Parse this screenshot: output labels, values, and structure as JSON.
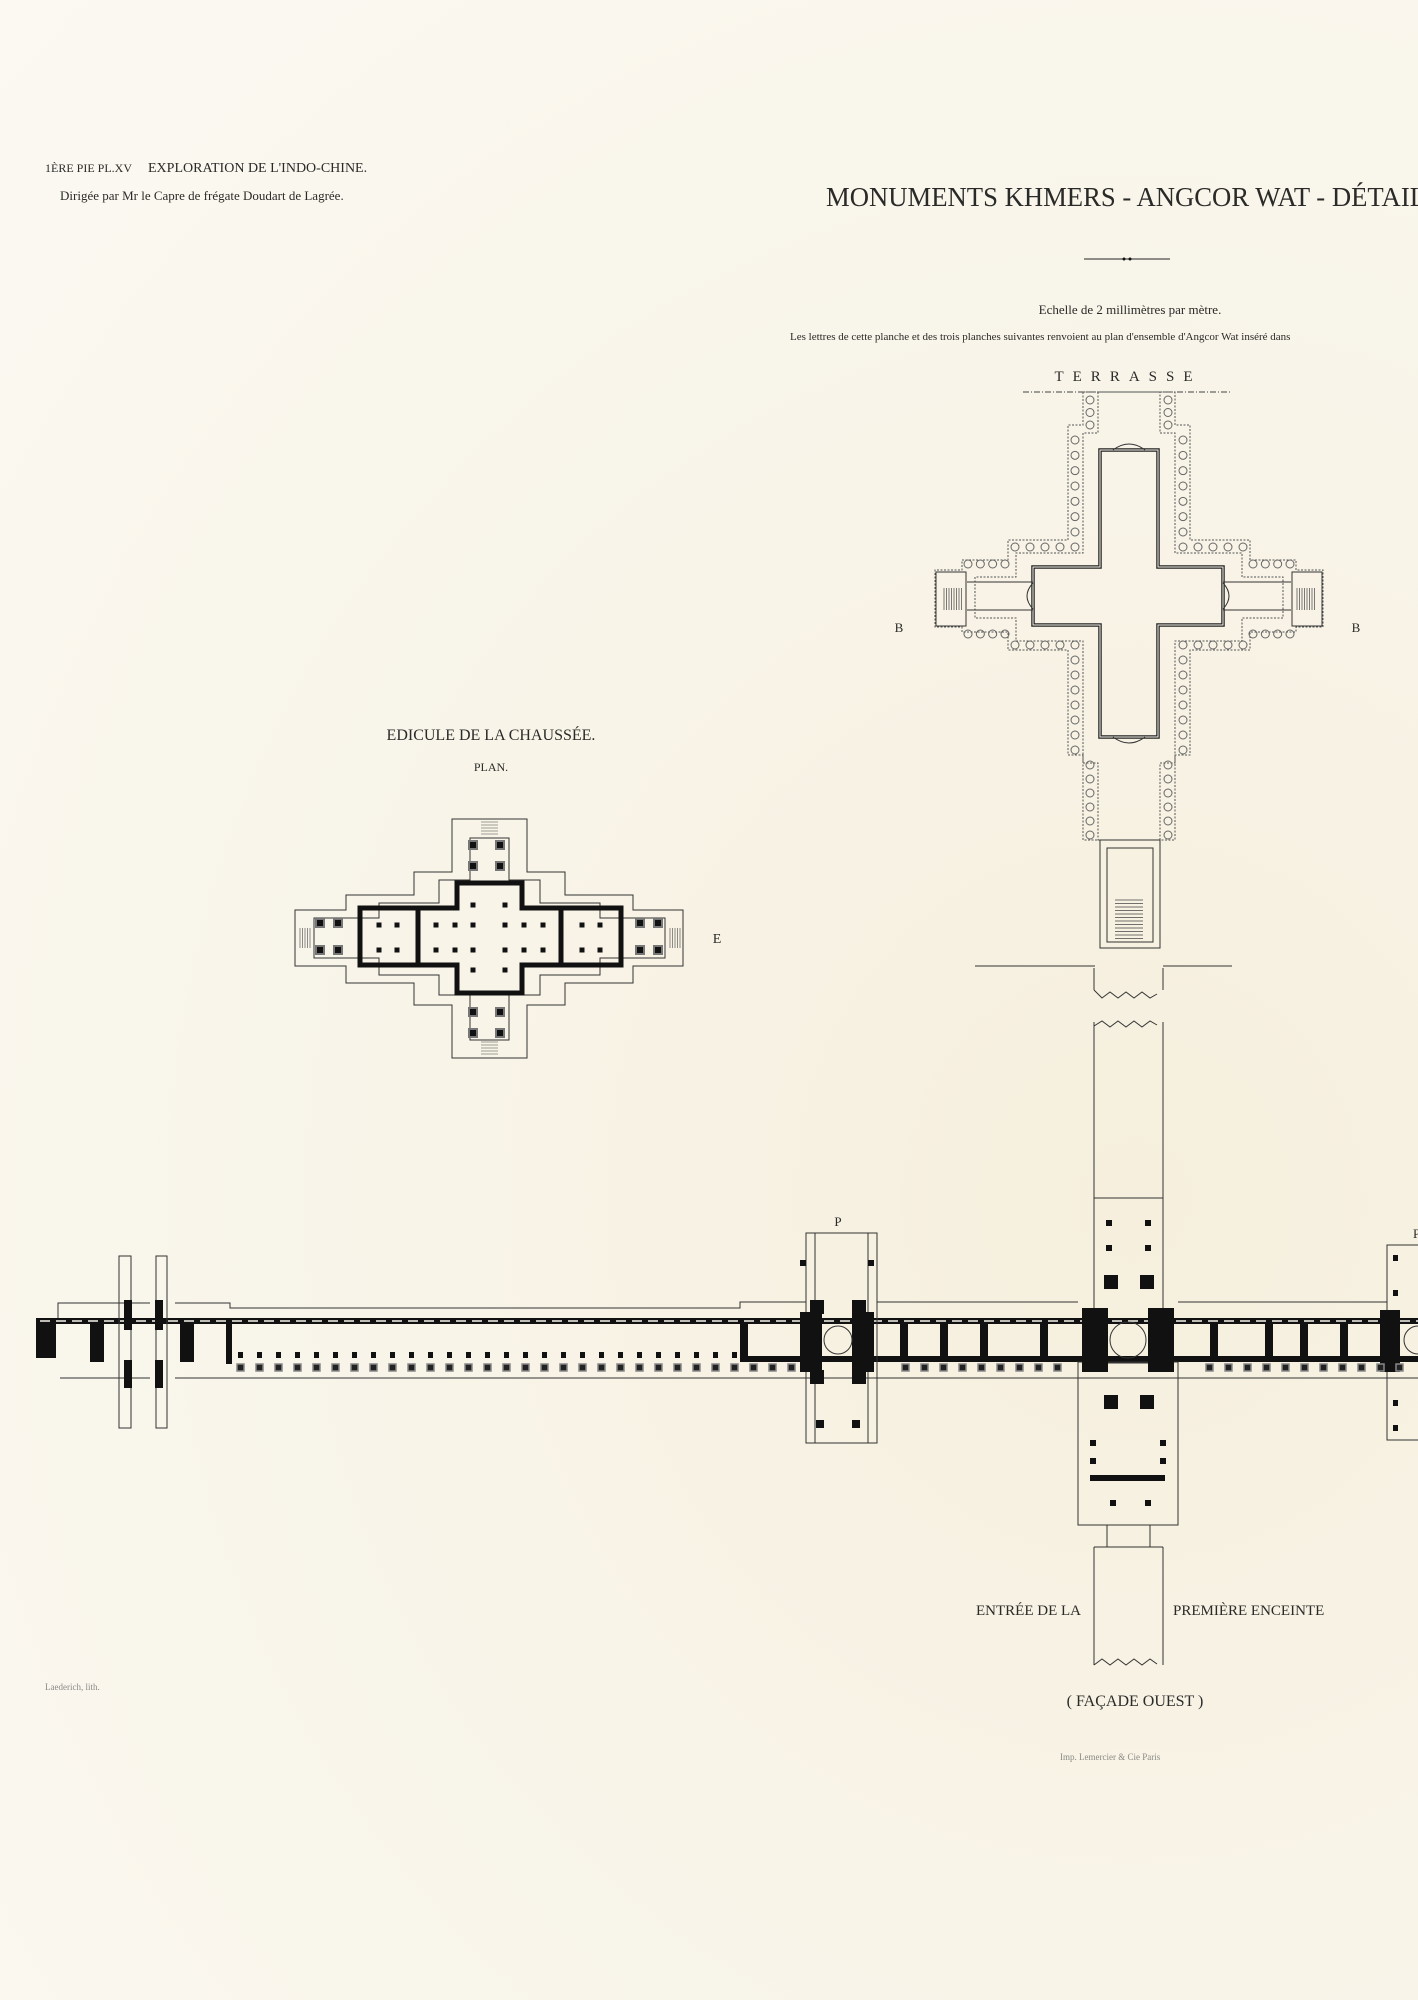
{
  "header": {
    "plate_ref": "1ÈRE PIE PL.XV",
    "series_title": "EXPLORATION DE L'INDO-CHINE.",
    "direction": "Dirigée par Mr le Capre de frégate Doudart de Lagrée."
  },
  "title": "MONUMENTS  KHMERS - ANGCOR  WAT - DÉTAIL",
  "scale_note": "Echelle de 2 millimètres par mètre.",
  "reference_note": "Les lettres de cette planche et des trois planches suivantes renvoient au plan d'ensemble d'Angcor Wat inséré dans",
  "upper_plan": {
    "label": "TERRASSE",
    "left_marker": "B",
    "right_marker": "B"
  },
  "edicule": {
    "title": "EDICULE DE LA CHAUSSÉE.",
    "subtitle": "PLAN.",
    "marker": "E"
  },
  "gallery": {
    "marker_left": "P",
    "marker_right": "P",
    "caption_left": "ENTRÉE DE LA",
    "caption_right": "PREMIÈRE ENCEINTE",
    "caption_sub": "( FAÇADE OUEST )"
  },
  "credits": {
    "lithographer": "Laederich, lith.",
    "printer": "Imp. Lemercier & Cie Paris"
  },
  "colors": {
    "paper": "#f8f5ea",
    "ink": "#111111"
  }
}
